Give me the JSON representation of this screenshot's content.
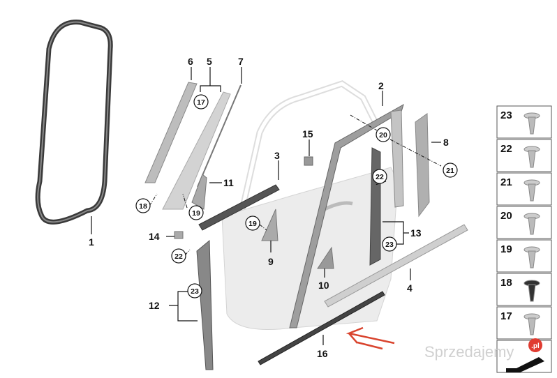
{
  "diagram": {
    "part_numbers": [
      "1",
      "2",
      "3",
      "4",
      "5",
      "6",
      "7",
      "8",
      "9",
      "10",
      "11",
      "12",
      "13",
      "14",
      "15",
      "16"
    ],
    "circled_refs": {
      "a17": "17",
      "a18": "18",
      "a19": "19",
      "b19": "19",
      "a20": "20",
      "a21": "21",
      "a22": "22",
      "b22": "22",
      "a23": "23",
      "b23": "23"
    }
  },
  "legend": {
    "items": [
      {
        "number": "23",
        "icon": "trim-clip-icon"
      },
      {
        "number": "22",
        "icon": "expanding-rivet-icon"
      },
      {
        "number": "21",
        "icon": "washer-screw-icon"
      },
      {
        "number": "20",
        "icon": "clip-nut-icon"
      },
      {
        "number": "19",
        "icon": "torx-screw-icon"
      },
      {
        "number": "18",
        "icon": "grommet-nut-icon"
      },
      {
        "number": "17",
        "icon": "push-clip-icon"
      }
    ]
  },
  "watermark": {
    "text": "Sprzedajemy",
    "suffix": ".pl"
  },
  "colors": {
    "arrow": "#d9442e",
    "part_gray": "#bdbdbd",
    "panel": "#e9e9e9",
    "seal": "#4a4a4a",
    "watermark_badge": "#e03c31"
  }
}
